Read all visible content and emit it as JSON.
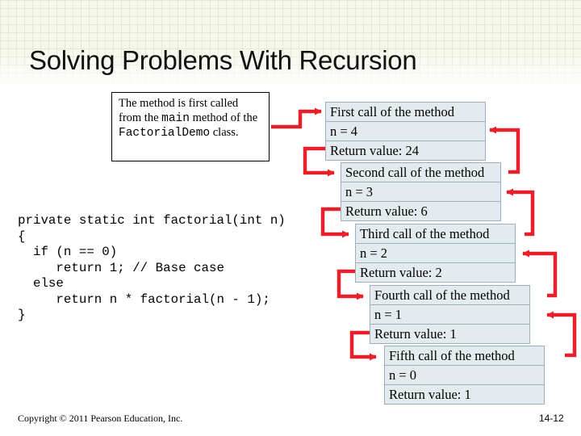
{
  "slide": {
    "title": "Solving Problems With Recursion",
    "footer_left": "Copyright © 2011 Pearson Education, Inc.",
    "footer_right": "14-12"
  },
  "note": {
    "part1": "The method is first called from the ",
    "part2": "main",
    "part3": " method of the ",
    "part4": "FactorialDemo",
    "part5": " class."
  },
  "code": {
    "lines": [
      "private static int factorial(int n)",
      "{",
      "  if (n == 0)",
      "     return 1; // Base case",
      "  else",
      "     return n * factorial(n - 1);",
      "}"
    ]
  },
  "calls": [
    {
      "title": "First call of the method",
      "n": "n = 4",
      "ret": "Return value: 24"
    },
    {
      "title": "Second call of the method",
      "n": "n = 3",
      "ret": "Return value: 6"
    },
    {
      "title": "Third call of the method",
      "n": "n = 2",
      "ret": "Return value: 2"
    },
    {
      "title": "Fourth call of the method",
      "n": "n = 1",
      "ret": "Return value: 1"
    },
    {
      "title": "Fifth call of the method",
      "n": "n = 0",
      "ret": "Return value: 1"
    }
  ],
  "colors": {
    "arrow": "#e8202a",
    "box_fill": "#e3ebef",
    "box_border": "#9ab0c0"
  }
}
